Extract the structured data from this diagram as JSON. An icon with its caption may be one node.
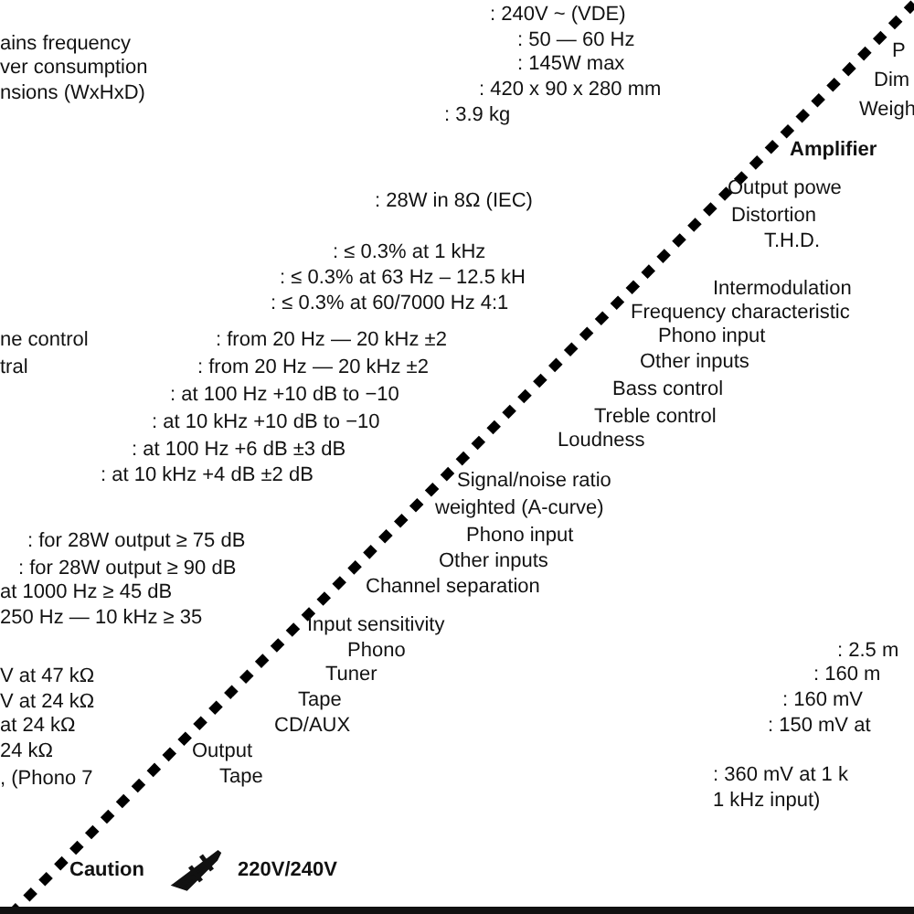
{
  "diagram": {
    "labels": [
      ": 240V ~ (VDE)",
      "ains frequency",
      ": 50 — 60 Hz",
      "ver consumption",
      ": 145W max",
      "nsions (WxHxD)",
      ": 420 x 90 x 280 mm",
      ": 3.9 kg",
      "P",
      "Dim",
      "Weigh",
      "Amplifier",
      "Output powe",
      ": 28W in 8Ω (IEC)",
      "Distortion",
      "T.H.D.",
      ": ≤ 0.3% at 1 kHz",
      ": ≤ 0.3% at 63 Hz – 12.5 kH",
      "Intermodulation",
      ": ≤ 0.3% at 60/7000 Hz 4:1",
      "Frequency characteristic",
      "ne control",
      ": from 20 Hz — 20 kHz ±2",
      "Phono input",
      "tral",
      ": from 20 Hz — 20 kHz ±2",
      "Other inputs",
      ": at 100 Hz +10 dB to −10",
      "Bass control",
      ": at 10 kHz +10 dB to −10",
      "Treble control",
      ": at 100 Hz +6 dB ±3 dB",
      "Loudness",
      ": at 10 kHz +4 dB ±2 dB",
      "Signal/noise ratio",
      "weighted (A-curve)",
      ": for 28W output ≥ 75 dB",
      "Phono input",
      ": for 28W output ≥ 90 dB",
      "Other inputs",
      "at 1000 Hz ≥ 45 dB",
      "Channel separation",
      "250 Hz — 10 kHz ≥ 35",
      "Input sensitivity",
      "Phono",
      ": 2.5 m",
      "V at 47 kΩ",
      "Tuner",
      ": 160 m",
      "V at 24 kΩ",
      "Tape",
      ": 160 mV",
      "at 24 kΩ",
      "CD/AUX",
      ": 150 mV at",
      "24 kΩ",
      "Output",
      ", (Phono 7",
      "Tape",
      ": 360 mV at 1 k",
      "1 kHz input)",
      "Caution",
      "220V/240V"
    ]
  }
}
